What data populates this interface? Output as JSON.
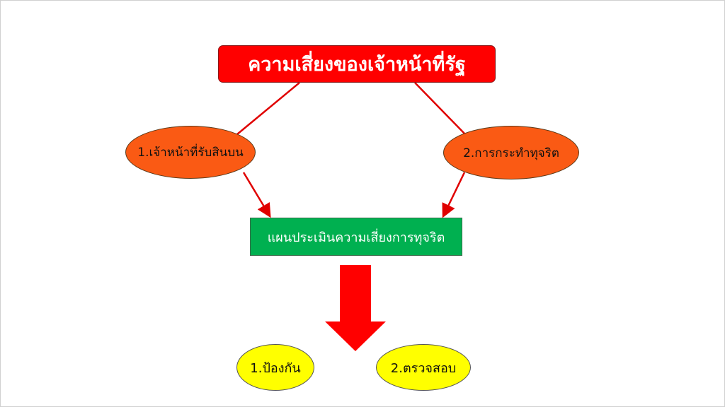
{
  "title": "ความเสี่ยงของเจ้าหน้าที่รัฐ",
  "risks": [
    "1.เจ้าหน้าที่รับสินบน",
    "2.การกระทำทุจริต"
  ],
  "plan": "แผนประเมินความเสี่ยงการทุจริต",
  "outcomes": [
    "1.ป้องกัน",
    "2.ตรวจสอบ"
  ],
  "colors": {
    "title": "#ff0000",
    "risk": "#fa5a14",
    "plan": "#00b050",
    "outcome": "#ffff00",
    "arrow": "#ff0000"
  }
}
